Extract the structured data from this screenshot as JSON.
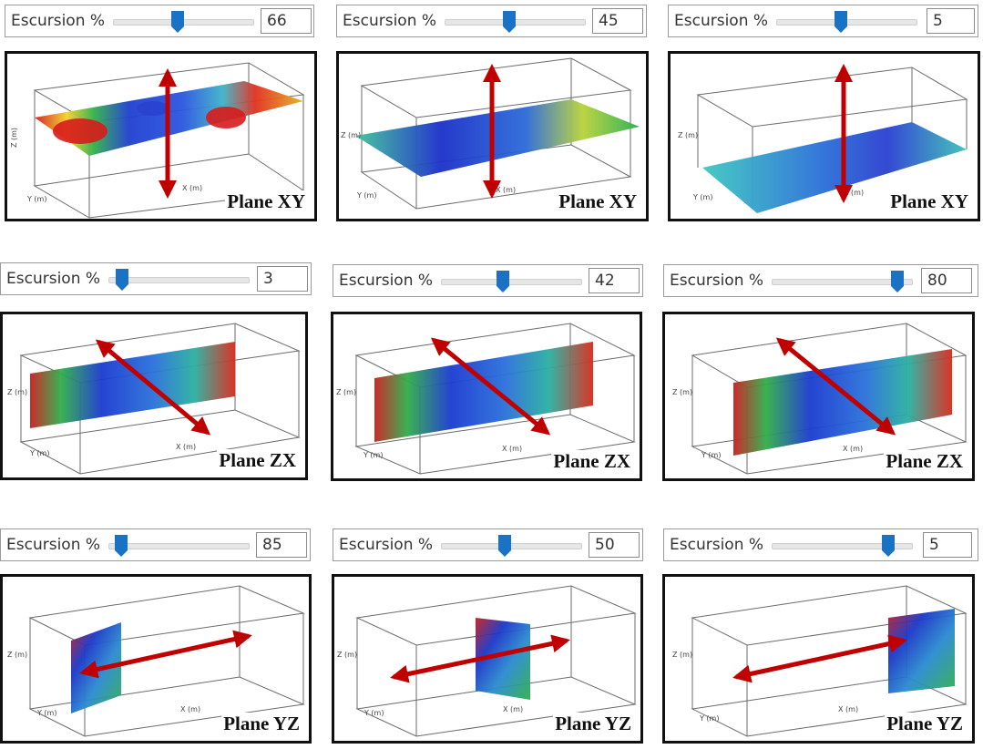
{
  "excursion_label": "Escursion %",
  "colors": {
    "arrow": "#c00000",
    "slider_thumb": "#1a72c4",
    "box_line": "#6b6b6b"
  },
  "axis_labels": {
    "x": "X (m)",
    "y": "Y (m)",
    "z": "Z (m)"
  },
  "rows": [
    {
      "plane": "XY",
      "plane_label": "Plane XY",
      "panels": [
        {
          "excursion_value": "66",
          "slider_fraction": 0.47
        },
        {
          "excursion_value": "45",
          "slider_fraction": 0.45
        },
        {
          "excursion_value": "5",
          "slider_fraction": 0.5
        }
      ]
    },
    {
      "plane": "ZX",
      "plane_label": "Plane ZX",
      "panels": [
        {
          "excursion_value": "3",
          "slider_fraction": 0.07
        },
        {
          "excursion_value": "42",
          "slider_fraction": 0.45
        },
        {
          "excursion_value": "80",
          "slider_fraction": 0.88
        }
      ]
    },
    {
      "plane": "YZ",
      "plane_label": "Plane YZ",
      "panels": [
        {
          "excursion_value": "85",
          "slider_fraction": 0.08
        },
        {
          "excursion_value": "50",
          "slider_fraction": 0.45
        },
        {
          "excursion_value": "5",
          "slider_fraction": 0.81
        }
      ]
    }
  ]
}
